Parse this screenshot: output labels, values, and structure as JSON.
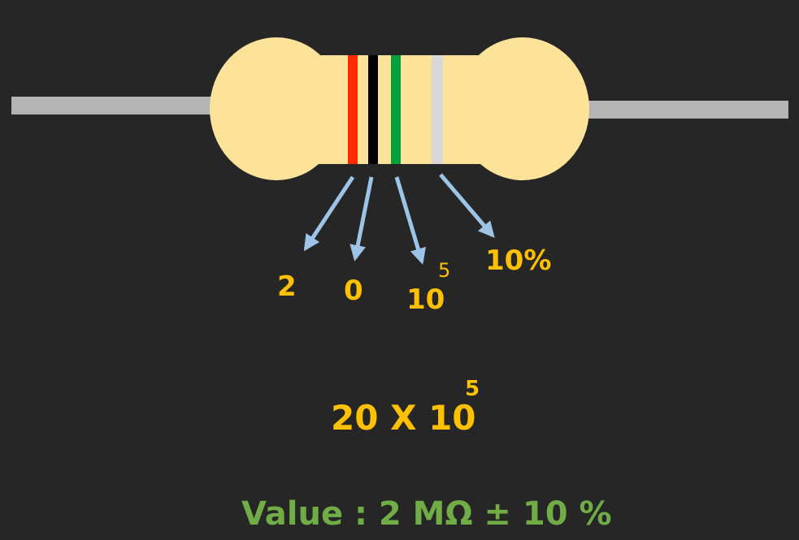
{
  "colors": {
    "background": "#262626",
    "resistor_body": "#fde39a",
    "lead": "#b4b4b4",
    "arrow": "#9dc3e6",
    "label": "#ffc000",
    "value_text": "#70ad47"
  },
  "bands": [
    {
      "name": "red-band",
      "color": "#ff2a00"
    },
    {
      "name": "black-band",
      "color": "#000000"
    },
    {
      "name": "green-band",
      "color": "#00a13a"
    },
    {
      "name": "silver-band",
      "color": "#d9d9d9"
    }
  ],
  "labels": {
    "first_digit": "2",
    "second_digit": "0",
    "multiplier_base": "10",
    "multiplier_exp": "5",
    "tolerance": "10%"
  },
  "formula": {
    "base": "20 X 10",
    "exp": "5"
  },
  "result": {
    "text": "Value :  2 MΩ ± 10 %"
  }
}
